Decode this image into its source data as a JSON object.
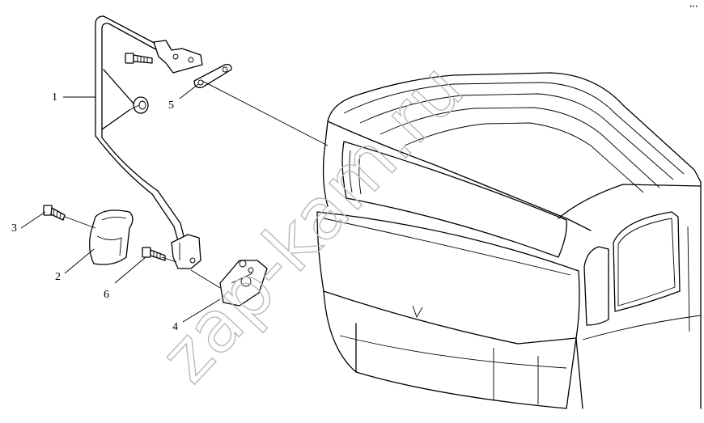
{
  "watermark": "zap-kam.ru",
  "corner_mark": "•••",
  "callouts": [
    {
      "id": "part-1",
      "label": "1"
    },
    {
      "id": "part-2",
      "label": "2"
    },
    {
      "id": "part-3",
      "label": "3"
    },
    {
      "id": "part-4",
      "label": "4"
    },
    {
      "id": "part-5",
      "label": "5"
    },
    {
      "id": "part-6",
      "label": "6"
    }
  ]
}
